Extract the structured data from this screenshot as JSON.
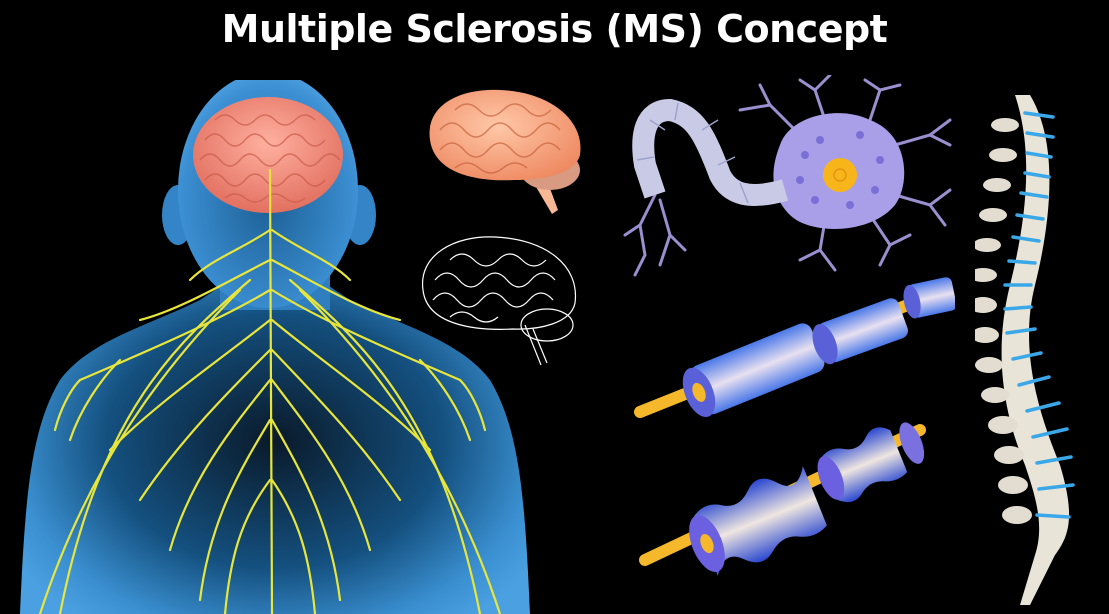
{
  "title": "Multiple Sclerosis (MS) Concept",
  "background_color": "#000000",
  "illustrations": [
    {
      "id": "human-nervous-system",
      "description": "Blue translucent human upper body with pink brain and yellow nerve network",
      "colors": {
        "body": "#3a8fd0",
        "brain": "#f08a7a",
        "nerves": "#e8e63a"
      }
    },
    {
      "id": "brain-side-color",
      "description": "Side view of brain in peach tones",
      "colors": {
        "brain": "#f6a57d"
      }
    },
    {
      "id": "brain-side-outline",
      "description": "Side view brain white line drawing",
      "colors": {
        "stroke": "#ffffff"
      }
    },
    {
      "id": "neuron",
      "description": "Neuron cell with purple soma, yellow nucleus, myelinated axon",
      "colors": {
        "soma": "#a49ae6",
        "nucleus": "#f7b51a",
        "axon": "#c9cbe6"
      }
    },
    {
      "id": "healthy-myelin",
      "description": "Healthy myelinated nerve fiber segments",
      "colors": {
        "sheath": "#4a78e8",
        "axon": "#f5b82a"
      }
    },
    {
      "id": "damaged-myelin",
      "description": "Damaged/demyelinated nerve fiber segments",
      "colors": {
        "sheath": "#3a55d8",
        "axon": "#f5b82a"
      }
    },
    {
      "id": "spine",
      "description": "Side view of vertebral column with blue discs",
      "colors": {
        "bone": "#e8e4d8",
        "disc": "#3aa8e8"
      }
    }
  ]
}
